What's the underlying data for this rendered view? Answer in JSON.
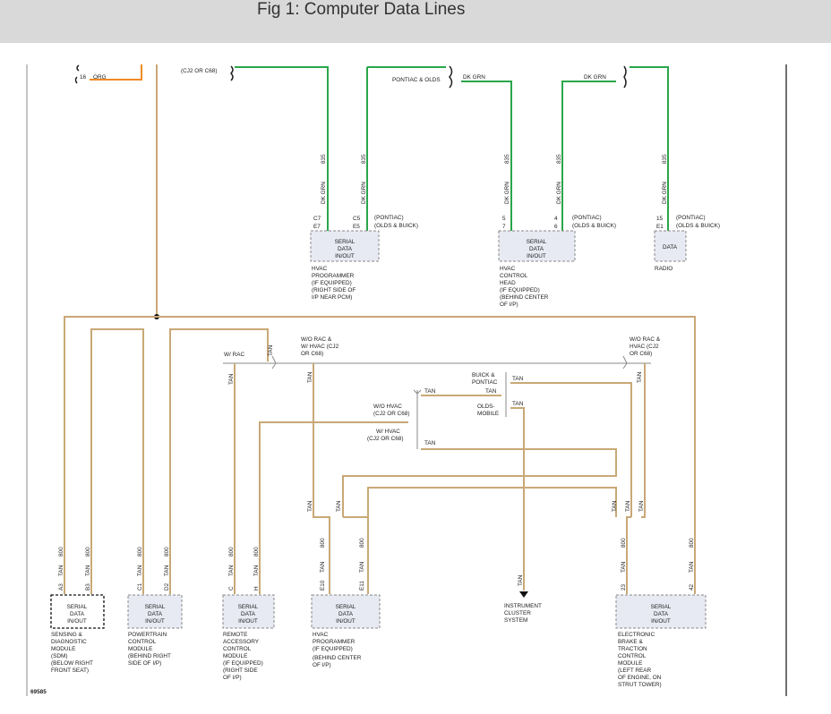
{
  "header": {
    "title": "Fig 1: Computer Data Lines"
  },
  "top_wires": {
    "org_circuit": "16",
    "org_color": "ORG",
    "cj2_c68": "(CJ2 OR C68)",
    "pontiac_olds": "PONTIAC & OLDS",
    "dk_grn_1": "DK GRN",
    "dk_grn_2": "DK GRN"
  },
  "upper_components": [
    {
      "circuit": "835",
      "color": "DK GRN",
      "pin_a": "C7",
      "pin_b": "E7",
      "alt_pin_a": "C5",
      "alt_pin_b": "E5"
    },
    {
      "circuit": "835",
      "color": "DK GRN",
      "pin_a": "5",
      "pin_b": "7",
      "alt_pin_a": "4",
      "alt_pin_b": "6"
    },
    {
      "circuit": "835",
      "color": "DK GRN",
      "pin_a": "15",
      "pin_b": "E1"
    }
  ],
  "variant_labels": {
    "pontiac": "(PONTIAC)",
    "olds_buick": "(OLDS & BUICK)"
  },
  "connector_labels": {
    "serial_data": "SERIAL",
    "data": "DATA",
    "in_out": "IN/OUT"
  },
  "hvac_programmer_top": [
    "HVAC",
    "PROGRAMMER",
    "(IF EQUIPPED)",
    "(RIGHT SIDE OF",
    "I/P NEAR PCM)"
  ],
  "hvac_control_head": [
    "HVAC",
    "CONTROL",
    "HEAD",
    "(IF EQUIPPED)",
    "(BEHIND CENTER",
    "OF I/P)"
  ],
  "radio": {
    "box_label": "DATA",
    "name": "RADIO"
  },
  "middle_labels": {
    "w_rac": "W/ RAC",
    "tan": "TAN",
    "wo_rac_w_hvac": [
      "W/O RAC &",
      "W/ HVAC (CJ2",
      "OR C68)"
    ],
    "wo_rac_hvac": [
      "W/O RAC &",
      "HVAC (CJ2",
      "OR C68)"
    ],
    "buick_pontiac": [
      "BUICK &",
      "PONTIAC"
    ],
    "olds_mobile": [
      "OLDS-",
      "MOBILE"
    ],
    "wo_hvac": [
      "W/O HVAC",
      "(CJ2 OR C68)"
    ],
    "w_hvac": [
      "W/ HVAC",
      "(CJ2 OR C68)"
    ]
  },
  "bottom_modules": [
    {
      "circuit": "800",
      "color": "TAN",
      "pin": "A3",
      "alt_circuit": "800",
      "alt_color": "TAN",
      "alt_pin": "B3",
      "lines": [
        "SENSING &",
        "DIAGNOSTIC",
        "MODULE",
        "(SDM)",
        "(BELOW RIGHT",
        "FRONT SEAT)"
      ]
    },
    {
      "circuit": "800",
      "color": "TAN",
      "pin": "C1",
      "alt_circuit": "800",
      "alt_color": "TAN",
      "alt_pin": "D2",
      "lines": [
        "POWERTRAIN",
        "CONTROL",
        "MODULE",
        "(BEHIND RIGHT",
        "SIDE OF I/P)"
      ]
    },
    {
      "circuit": "800",
      "color": "TAN",
      "pin": "C",
      "alt_circuit": "800",
      "alt_color": "TAN",
      "alt_pin": "H",
      "lines": [
        "REMOTE",
        "ACCESSORY",
        "CONTROL",
        "MODULE",
        "(IF EQUIPPED)",
        "(RIGHT SIDE",
        "OF I/P)"
      ]
    },
    {
      "circuit": "800",
      "color": "TAN",
      "pin": "E10",
      "alt_circuit": "800",
      "alt_color": "TAN",
      "alt_pin": "E11",
      "lines": [
        "HVAC",
        "PROGRAMMER",
        "(IF EQUIPPED)",
        "(BEHIND CENTER",
        "OF I/P)"
      ]
    },
    {
      "circuit": "800",
      "color": "TAN",
      "pin": "23",
      "alt_circuit": "800",
      "alt_color": "TAN",
      "alt_pin": "42",
      "lines": [
        "ELECTRONIC",
        "BRAKE &",
        "TRACTION",
        "CONTROL",
        "MODULE",
        "(LEFT REAR",
        "OF ENGINE, ON",
        "STRUT TOWER)"
      ]
    }
  ],
  "instrument_cluster": {
    "color": "TAN",
    "lines": [
      "INSTRUMENT",
      "CLUSTER",
      "SYSTEM"
    ]
  },
  "figure_number": "69585"
}
